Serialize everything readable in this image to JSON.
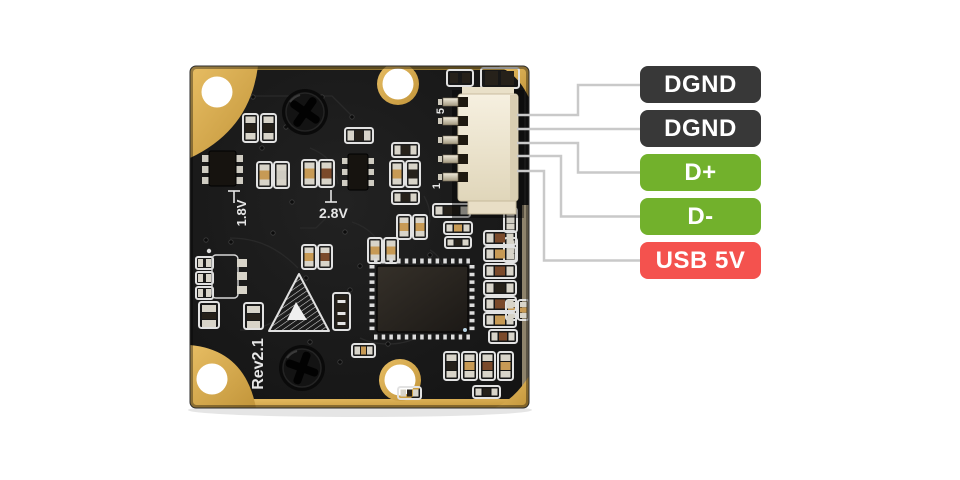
{
  "pin_labels": [
    {
      "label": "DGND",
      "color": "#383838"
    },
    {
      "label": "DGND",
      "color": "#383838"
    },
    {
      "label": "D+",
      "color": "#72b12c"
    },
    {
      "label": "D-",
      "color": "#72b12c"
    },
    {
      "label": "USB 5V",
      "color": "#f4524e"
    }
  ],
  "board": {
    "silkscreen": {
      "voltage_1": "1.8V",
      "voltage_2": "2.8V",
      "revision": "Rev2.1",
      "pin5_mark": "5",
      "pin1_mark": "1"
    }
  },
  "colors": {
    "background": "#ffffff",
    "pcb": "#1a1a1a",
    "gold": "#d4a847",
    "connector_body": "#f2ecda",
    "leader_line": "#c9c9c9",
    "hole": "#ffffff",
    "silkscreen": "#e4e4e4"
  }
}
